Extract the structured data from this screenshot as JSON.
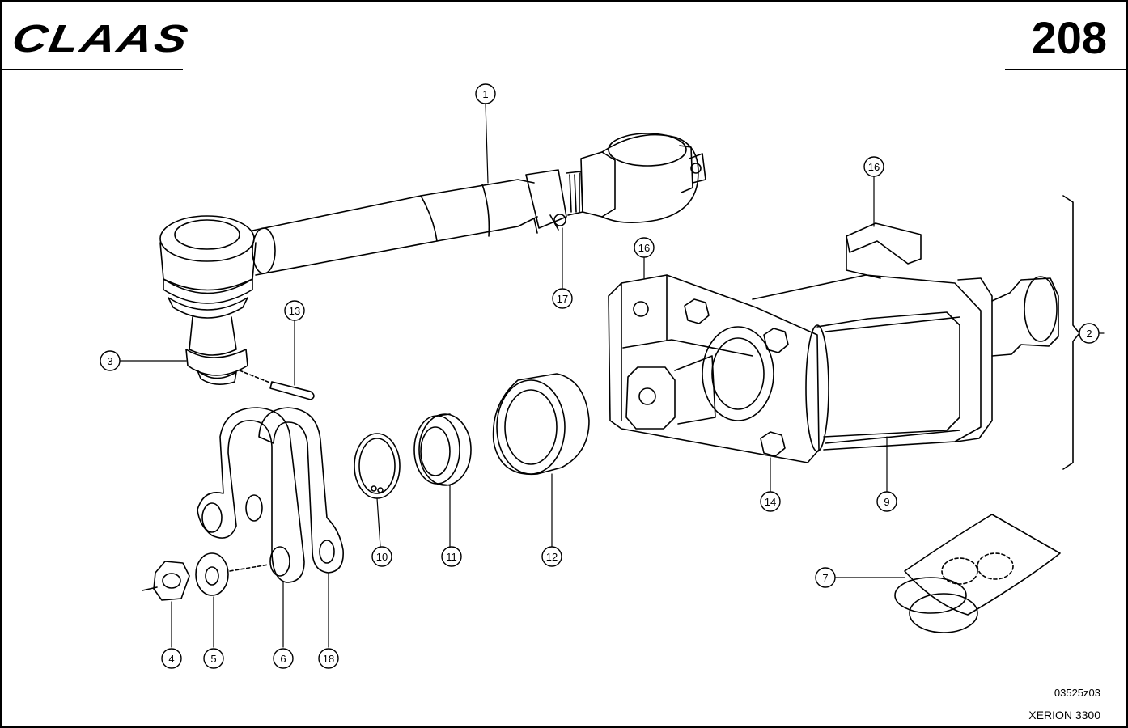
{
  "header": {
    "brand": "CLAAS",
    "page_number": "208"
  },
  "footer": {
    "drawing_code": "03525z03",
    "model": "XERION 3300"
  },
  "callouts": [
    {
      "id": "c1",
      "label": "1"
    },
    {
      "id": "c2",
      "label": "2"
    },
    {
      "id": "c3",
      "label": "3"
    },
    {
      "id": "c4",
      "label": "4"
    },
    {
      "id": "c5",
      "label": "5"
    },
    {
      "id": "c6",
      "label": "6"
    },
    {
      "id": "c7",
      "label": "7"
    },
    {
      "id": "c9",
      "label": "9"
    },
    {
      "id": "c10",
      "label": "10"
    },
    {
      "id": "c11",
      "label": "11"
    },
    {
      "id": "c12",
      "label": "12"
    },
    {
      "id": "c13",
      "label": "13"
    },
    {
      "id": "c14",
      "label": "14"
    },
    {
      "id": "c16a",
      "label": "16"
    },
    {
      "id": "c16b",
      "label": "16"
    },
    {
      "id": "c17",
      "label": "17"
    },
    {
      "id": "c18",
      "label": "18"
    }
  ]
}
